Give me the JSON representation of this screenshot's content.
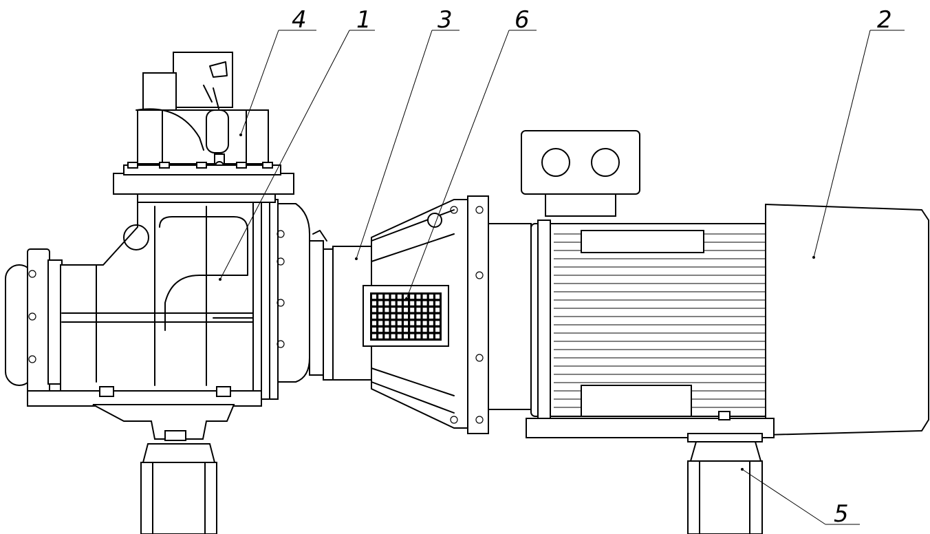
{
  "callouts": [
    {
      "id": "callout-1",
      "label": "1"
    },
    {
      "id": "callout-2",
      "label": "2"
    },
    {
      "id": "callout-3",
      "label": "3"
    },
    {
      "id": "callout-4",
      "label": "4"
    },
    {
      "id": "callout-5",
      "label": "5"
    },
    {
      "id": "callout-6",
      "label": "6"
    }
  ],
  "parts": {
    "pump_housing": "1",
    "electric_motor": "2",
    "coupling_bracket": "3",
    "control_unit": "4",
    "vibration_mount": "5",
    "ventilation_grille": "6"
  }
}
